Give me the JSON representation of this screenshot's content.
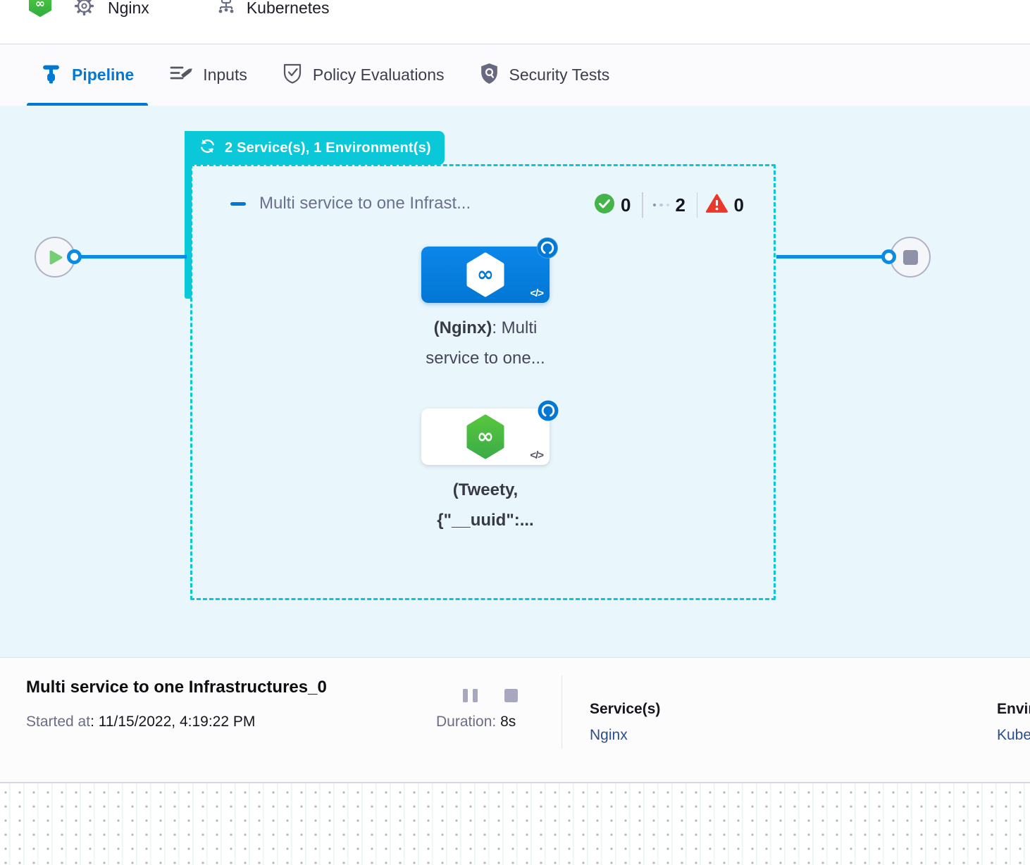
{
  "header": {
    "service_crumb": "Nginx",
    "environment_crumb": "Kubernetes"
  },
  "tabs": [
    {
      "label": "Pipeline"
    },
    {
      "label": "Inputs"
    },
    {
      "label": "Policy Evaluations"
    },
    {
      "label": "Security Tests"
    }
  ],
  "canvas": {
    "group_badge_label": "2 Service(s), 1 Environment(s)",
    "stage_group": {
      "title": "Multi service to one Infrast...",
      "success_count": "0",
      "running_count": "2",
      "failed_count": "0"
    },
    "stages": [
      {
        "label_bold": "(Nginx)",
        "label_rest": ": Multi",
        "label_line2": "service to one...",
        "code_glyph": "</>"
      },
      {
        "label_bold": "(Tweety,",
        "label_rest": "",
        "label_line2": "{\"__uuid\":...",
        "code_glyph": "</>"
      }
    ]
  },
  "footer": {
    "execution_title": "Multi service to one Infrastructures_0",
    "started_label": "Started at",
    "started_value": ": 11/15/2022, 4:19:22 PM",
    "duration_label": "Duration:",
    "duration_value": "8s",
    "services_label": "Service(s)",
    "services_value": "Nginx",
    "environments_label": "Environment(s)",
    "environments_value": "Kubernetes"
  },
  "colors": {
    "teal_accent": "#0bc8d9",
    "primary_blue": "#0278d5",
    "connector_blue": "#0a8be4",
    "success_green": "#42b44a",
    "error_red": "#e8392b",
    "link_navy": "#2b4e8e",
    "canvas_bg": "#e9f6fb"
  }
}
